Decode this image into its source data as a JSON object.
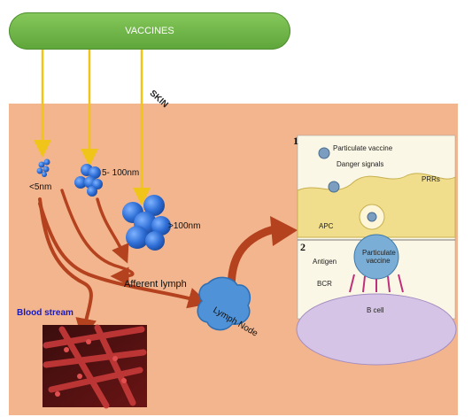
{
  "vaccines_label": "VACCINES",
  "skin_label": "SKIN",
  "size_small": "<5nm",
  "size_medium": "5- 100nm",
  "size_large": ">100nm",
  "afferent_lymph": "Afferent lymph",
  "lymph_node": "Lymph Node",
  "blood_stream": "Blood stream",
  "inset": {
    "panel1": {
      "number": "1",
      "particulate_vaccine": "Particulate vaccine",
      "danger_signals": "Danger signals",
      "prrs": "PRRs",
      "apc": "APC"
    },
    "panel2": {
      "number": "2",
      "antigen": "Antigen",
      "particulate_vaccine": "Particulate vaccine",
      "bcr": "BCR",
      "b_cell": "B cell"
    }
  },
  "colors": {
    "pill": "#6cb347",
    "skin": "#f2b58e",
    "arrow_yellow": "#f0c419",
    "arrow_red": "#b5421f",
    "particle_blue": "#2f6fd6",
    "blood_label": "#1a1ab8"
  }
}
